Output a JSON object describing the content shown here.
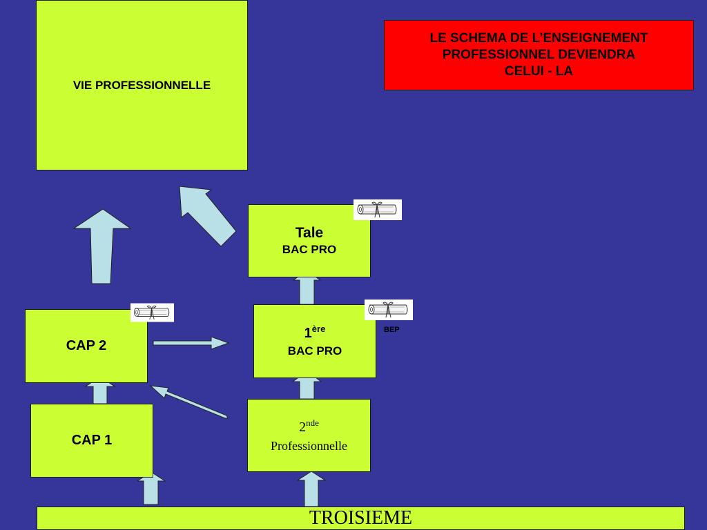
{
  "slide": {
    "background": "#36369a",
    "box_color": "#ccff33",
    "arrow_color": "#b9e0e6",
    "title_box_color": "#ff0000"
  },
  "title": {
    "lines": [
      "LE SCHEMA DE L’ENSEIGNEMENT",
      "PROFESSIONNEL DEVIENDRA",
      "CELUI - LA"
    ]
  },
  "boxes": {
    "vie": "VIE PROFESSIONNELLE",
    "tale": {
      "line1": "Tale",
      "line2": "BAC PRO"
    },
    "premiere": {
      "number": "1",
      "sup": "ère",
      "line2": "BAC PRO"
    },
    "seconde": {
      "number": "2",
      "sup": "nde",
      "line2": "Professionnelle"
    },
    "cap2": "CAP 2",
    "cap1": "CAP 1",
    "troisieme": "TROISIEME"
  },
  "labels": {
    "bep": "BEP"
  },
  "icons": {
    "diploma": "diploma-scroll-icon"
  }
}
